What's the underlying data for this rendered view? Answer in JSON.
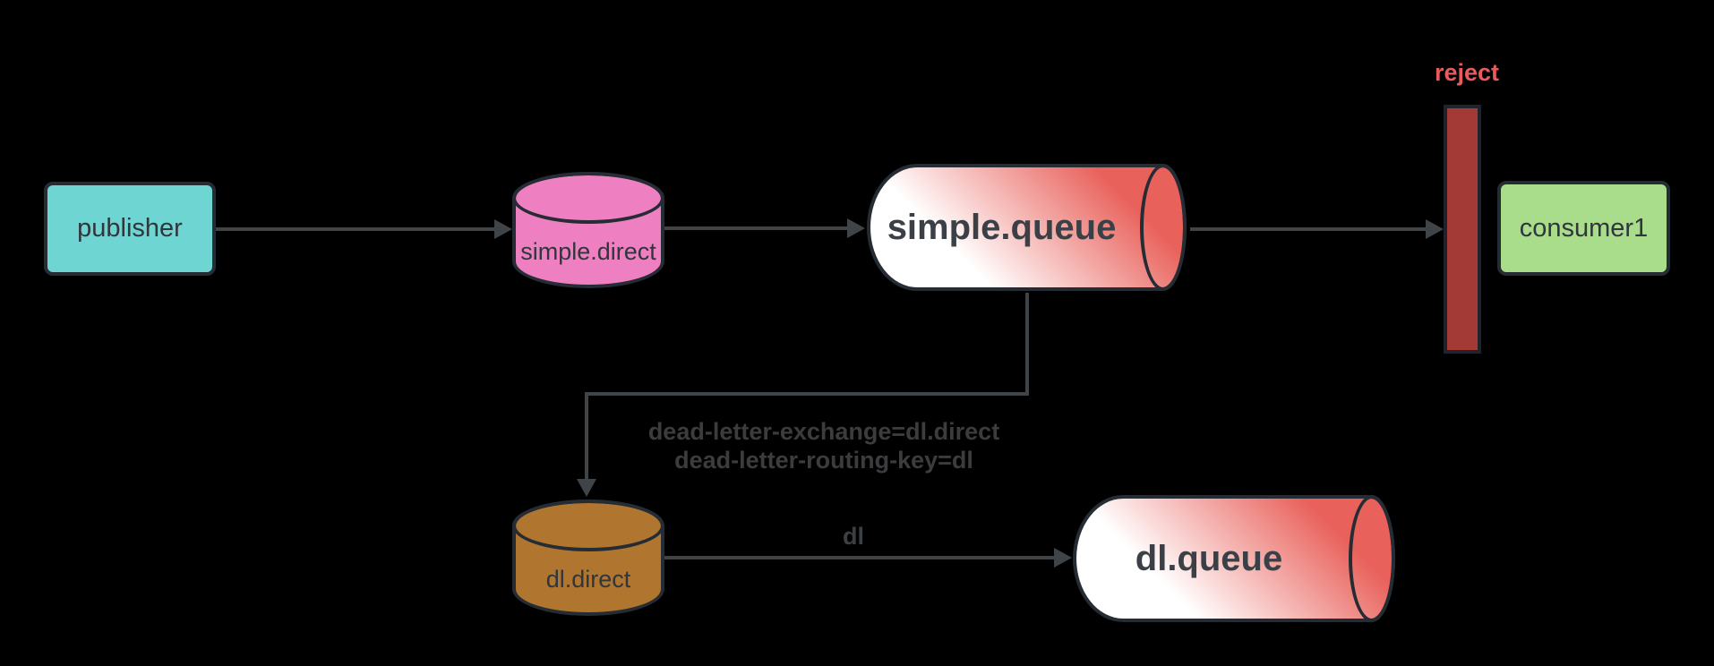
{
  "diagram": {
    "background": "#000000",
    "nodes": {
      "publisher": {
        "label": "publisher",
        "type": "producer-box",
        "fill": "#6ed5d2"
      },
      "simple_direct": {
        "label": "simple.direct",
        "type": "exchange-cylinder",
        "fill": "#ee7fc1"
      },
      "simple_queue": {
        "label": "simple.queue",
        "type": "queue-cylinder",
        "fill_gradient": [
          "#ffffff",
          "#e9615b"
        ]
      },
      "consumer1": {
        "label": "consumer1",
        "type": "consumer-box",
        "fill": "#a9dd8c"
      },
      "dl_direct": {
        "label": "dl.direct",
        "type": "exchange-cylinder",
        "fill": "#b0752f"
      },
      "dl_queue": {
        "label": "dl.queue",
        "type": "queue-cylinder",
        "fill_gradient": [
          "#ffffff",
          "#e9615b"
        ]
      }
    },
    "labels": {
      "reject": "reject",
      "dead_letter_line1": "dead-letter-exchange=dl.direct",
      "dead_letter_line2": "dead-letter-routing-key=dl",
      "dl_routing_key": "dl"
    },
    "colors": {
      "connector": "#3f4448",
      "shape_border": "#252c34",
      "node_text": "#2f363c",
      "queue_text": "#3a4045",
      "note_text": "#3c3c3e",
      "reject_text": "#e85a5e",
      "reject_bar_fill": "#a33a35"
    }
  }
}
